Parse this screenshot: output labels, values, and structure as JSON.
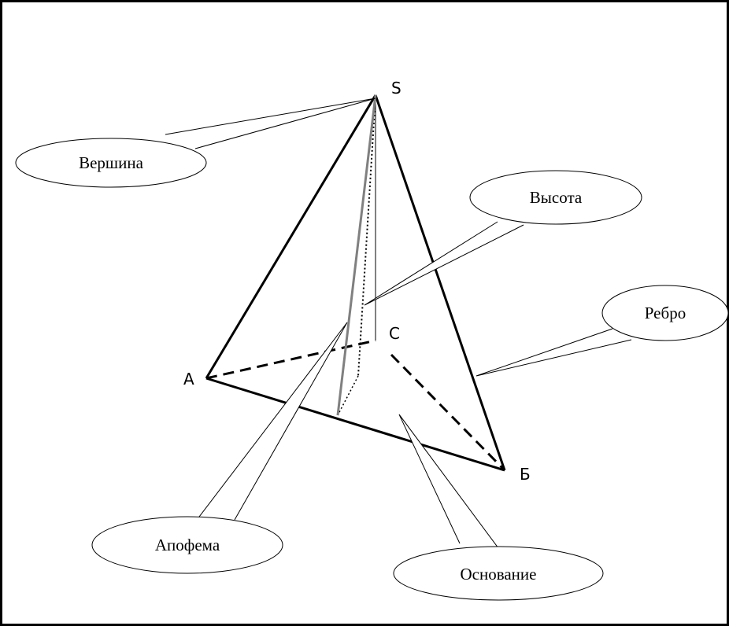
{
  "vertices": {
    "S": "S",
    "A": "A",
    "B": "Б",
    "C": "C"
  },
  "callouts": {
    "apex": "Вершина",
    "height": "Высота",
    "edge": "Ребро",
    "apothem": "Апофема",
    "base": "Основание"
  },
  "colors": {
    "line": "#000000",
    "apothem": "#808080",
    "background": "#ffffff"
  }
}
